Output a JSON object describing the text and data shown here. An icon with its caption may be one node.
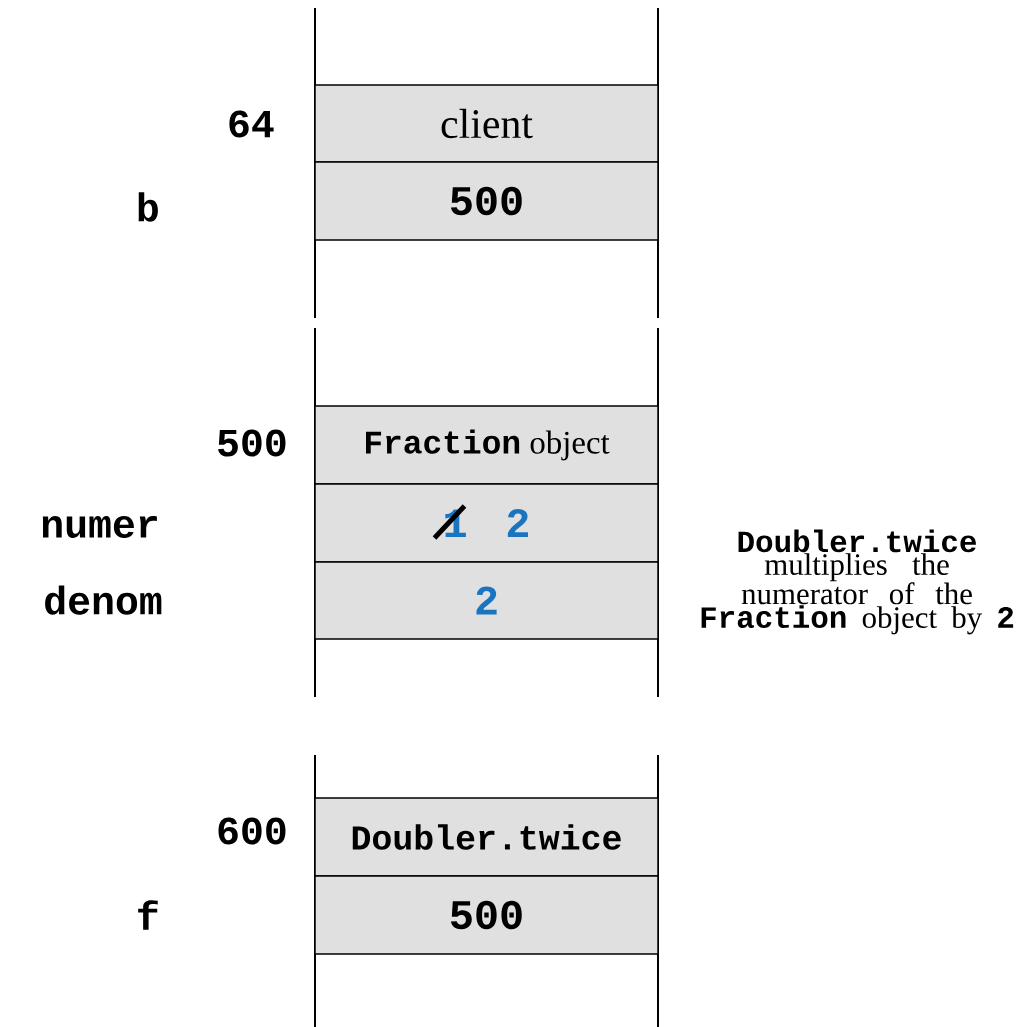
{
  "diagram": {
    "nodes": [
      {
        "text": [
          "client"
        ]
      },
      {
        "text": [
          "500"
        ]
      },
      {
        "text": [
          "**Fraction** object"
        ]
      },
      {
        "text": [
          "1",
          "2"
        ]
      },
      {
        "text": [
          "2"
        ]
      },
      {
        "text": [
          "Doubler.twice"
        ]
      },
      {
        "text": [
          "500"
        ]
      }
    ],
    "labels": [
      "64",
      "b",
      "500",
      "numer",
      "denom",
      "**Doubler.twice** multiplies the numerator of the **Fraction** object by **2**",
      "600",
      "f"
    ]
  }
}
